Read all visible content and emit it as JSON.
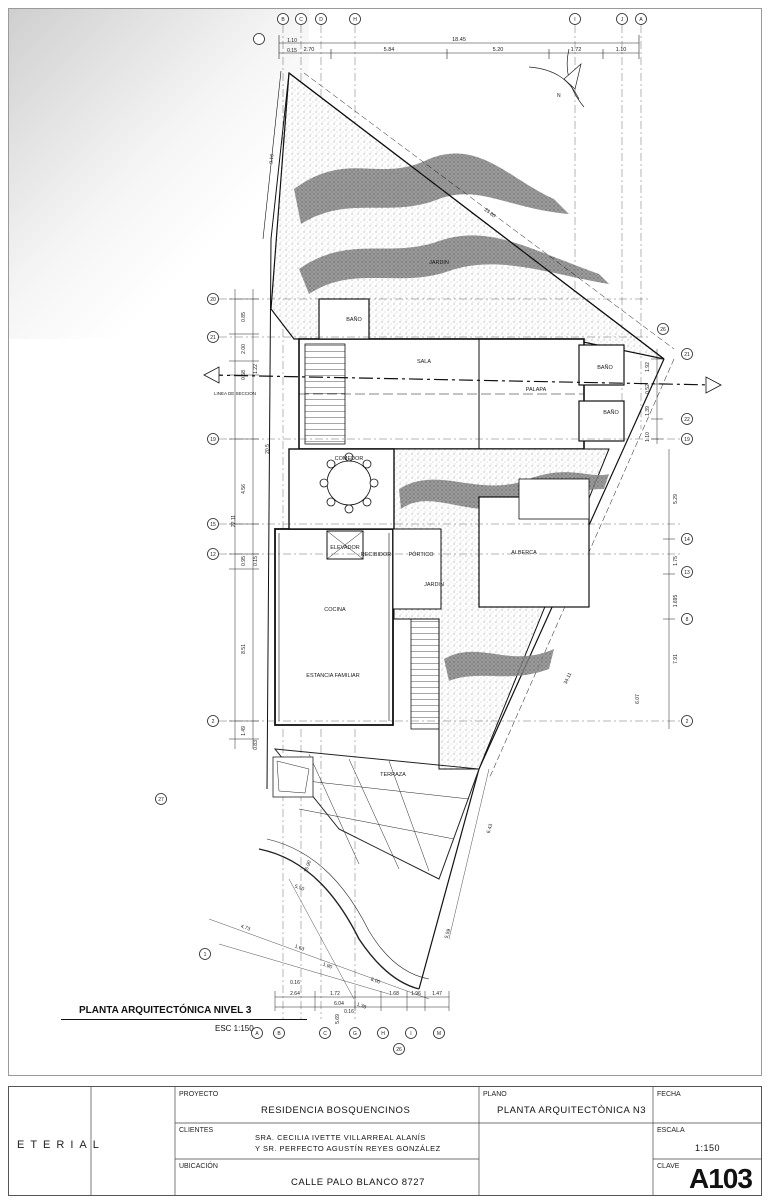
{
  "drawing": {
    "title": "PLANTA ARQUITECTÓNICA NIVEL 3",
    "scale": "ESC 1:150"
  },
  "rooms": {
    "jardin_top": "JARDIN",
    "bano_1": "BAÑO",
    "sala": "SALA",
    "palapa": "PALAPA",
    "bano_2": "BAÑO",
    "bano_3": "BAÑO",
    "comedor": "COMEDOR",
    "elevador": "ELEVADOR",
    "recibidor": "RECIBIDOR",
    "portico": "PÓRTICO",
    "alberca": "ALBERCA",
    "jardin_mid": "JARDIN",
    "cocina": "COCINA",
    "estancia": "ESTANCIA FAMILIAR",
    "terraza": "TERRAZA"
  },
  "section_label": "LINEA DE SECCION",
  "top_dimensions": [
    "2.70",
    "5.84",
    "5.20",
    "1.72",
    "1.10"
  ],
  "top_total": "18.45",
  "top_small": [
    "1.10",
    "0.15"
  ],
  "left_dimensions": [
    "0.85",
    "2.00",
    "1.22",
    "0.58",
    "20.5",
    "4.56",
    "0.95",
    "0.15",
    "8.51",
    "1.49",
    "0.83"
  ],
  "left_total": "22.11",
  "right_dimensions": [
    "1.92",
    "0.52",
    "1.39",
    "1.10",
    "5.29",
    "1.75",
    "1.695",
    "7.91",
    "6.07"
  ],
  "bottom_dimensions": [
    "2.64",
    "0.16",
    "6.04",
    "1.72",
    "1.68",
    "1.96",
    "1.47",
    "0.16"
  ],
  "diagonal_dimensions": [
    "9.16",
    "23.80",
    "34.11",
    "6.43",
    "4.73",
    "5.59",
    "1.63",
    "1.90",
    "5.50",
    "1.38",
    "8.00",
    "15.90",
    "5.69"
  ],
  "top_axes": [
    "B",
    "C",
    "D",
    "H",
    "I",
    "J",
    "A"
  ],
  "bottom_axes": [
    "A",
    "B",
    "C",
    "G",
    "H",
    "I",
    "M"
  ],
  "left_axes": [
    "20",
    "21",
    "19",
    "15",
    "12",
    "2",
    "27",
    "1",
    "26"
  ],
  "right_axes": [
    "21",
    "22",
    "19",
    "14",
    "13",
    "8",
    "2",
    "26"
  ],
  "north_label": "N",
  "title_block": {
    "brand": "ETERIAL",
    "labels": {
      "project": "PROYECTO",
      "clients": "CLIENTES",
      "location": "UBICACIÓN",
      "plan": "PLANO",
      "date": "FECHA",
      "scale": "ESCALA",
      "key": "CLAVE"
    },
    "project": "RESIDENCIA BOSQUENCINOS",
    "client_1": "SRA. CECILIA IVETTE VILLARREAL ALANÍS",
    "client_2": "Y SR. PERFECTO AGUSTÍN REYES GONZÁLEZ",
    "location": "CALLE PALO BLANCO 8727",
    "plan": "PLANTA ARQUITECTÒNICA N3",
    "date": "",
    "scale": "1:150",
    "key": "A103"
  }
}
